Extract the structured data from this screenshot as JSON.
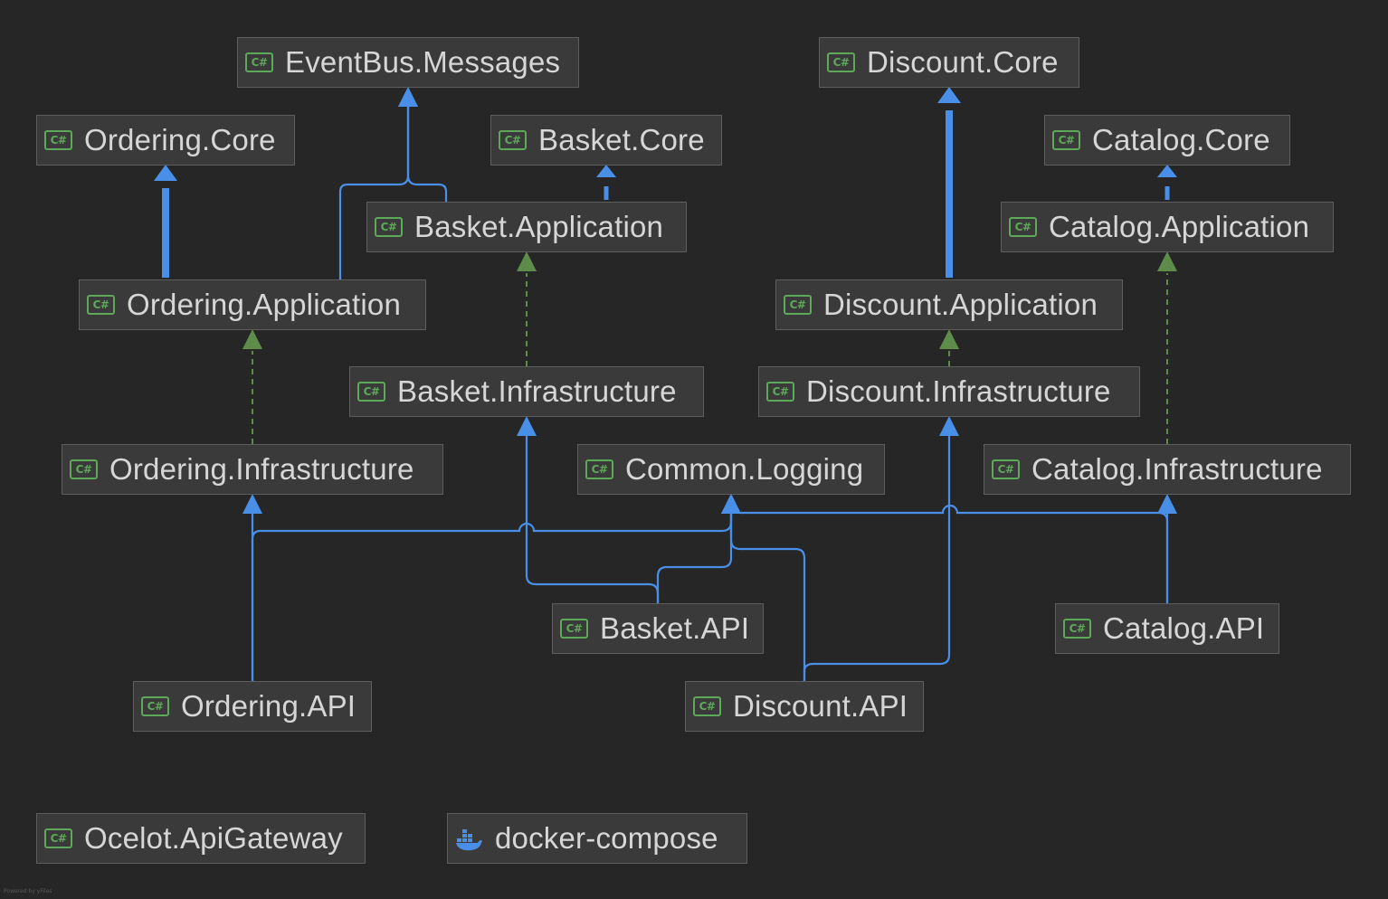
{
  "icon_badge": "C#",
  "nodes": [
    {
      "id": "eventbus-messages",
      "label": "EventBus.Messages",
      "icon": "csharp-project-icon"
    },
    {
      "id": "discount-core",
      "label": "Discount.Core",
      "icon": "csharp-project-icon"
    },
    {
      "id": "ordering-core",
      "label": "Ordering.Core",
      "icon": "csharp-project-icon"
    },
    {
      "id": "basket-core",
      "label": "Basket.Core",
      "icon": "csharp-project-icon"
    },
    {
      "id": "catalog-core",
      "label": "Catalog.Core",
      "icon": "csharp-project-icon"
    },
    {
      "id": "basket-application",
      "label": "Basket.Application",
      "icon": "csharp-project-icon"
    },
    {
      "id": "catalog-application",
      "label": "Catalog.Application",
      "icon": "csharp-project-icon"
    },
    {
      "id": "ordering-application",
      "label": "Ordering.Application",
      "icon": "csharp-project-icon"
    },
    {
      "id": "discount-application",
      "label": "Discount.Application",
      "icon": "csharp-project-icon"
    },
    {
      "id": "basket-infrastructure",
      "label": "Basket.Infrastructure",
      "icon": "csharp-project-icon"
    },
    {
      "id": "discount-infrastructure",
      "label": "Discount.Infrastructure",
      "icon": "csharp-project-icon"
    },
    {
      "id": "ordering-infrastructure",
      "label": "Ordering.Infrastructure",
      "icon": "csharp-project-icon"
    },
    {
      "id": "common-logging",
      "label": "Common.Logging",
      "icon": "csharp-project-icon"
    },
    {
      "id": "catalog-infrastructure",
      "label": "Catalog.Infrastructure",
      "icon": "csharp-project-icon"
    },
    {
      "id": "basket-api",
      "label": "Basket.API",
      "icon": "csharp-project-icon"
    },
    {
      "id": "catalog-api",
      "label": "Catalog.API",
      "icon": "csharp-project-icon"
    },
    {
      "id": "ordering-api",
      "label": "Ordering.API",
      "icon": "csharp-project-icon"
    },
    {
      "id": "discount-api",
      "label": "Discount.API",
      "icon": "csharp-project-icon"
    },
    {
      "id": "ocelot-apigateway",
      "label": "Ocelot.ApiGateway",
      "icon": "csharp-project-icon"
    },
    {
      "id": "docker-compose",
      "label": "docker-compose",
      "icon": "docker-icon"
    }
  ],
  "edges": [
    {
      "from": "ordering-application",
      "to": "ordering-core",
      "kind": "strong-reference"
    },
    {
      "from": "discount-application",
      "to": "discount-core",
      "kind": "strong-reference"
    },
    {
      "from": "basket-application",
      "to": "basket-core",
      "kind": "medium-reference"
    },
    {
      "from": "catalog-application",
      "to": "catalog-core",
      "kind": "medium-reference"
    },
    {
      "from": "basket-application",
      "to": "eventbus-messages",
      "kind": "reference"
    },
    {
      "from": "ordering-application",
      "to": "eventbus-messages",
      "kind": "reference"
    },
    {
      "from": "ordering-infrastructure",
      "to": "ordering-application",
      "kind": "implementation"
    },
    {
      "from": "basket-infrastructure",
      "to": "basket-application",
      "kind": "implementation"
    },
    {
      "from": "discount-infrastructure",
      "to": "discount-application",
      "kind": "implementation"
    },
    {
      "from": "catalog-infrastructure",
      "to": "catalog-application",
      "kind": "implementation"
    },
    {
      "from": "ordering-api",
      "to": "ordering-infrastructure",
      "kind": "reference"
    },
    {
      "from": "ordering-api",
      "to": "common-logging",
      "kind": "reference"
    },
    {
      "from": "basket-api",
      "to": "basket-infrastructure",
      "kind": "reference"
    },
    {
      "from": "basket-api",
      "to": "common-logging",
      "kind": "reference"
    },
    {
      "from": "discount-api",
      "to": "discount-infrastructure",
      "kind": "reference"
    },
    {
      "from": "discount-api",
      "to": "common-logging",
      "kind": "reference"
    },
    {
      "from": "catalog-api",
      "to": "catalog-infrastructure",
      "kind": "reference"
    },
    {
      "from": "catalog-api",
      "to": "common-logging",
      "kind": "reference"
    }
  ],
  "colors": {
    "background": "#262626",
    "node_fill": "#3a3a3a",
    "node_border": "#5e5e5e",
    "node_text": "#d6d6d6",
    "reference_edge": "#4a8fe7",
    "implementation_edge": "#5e8c4a",
    "csharp_icon": "#5ea85a",
    "docker_icon": "#4a8fe7"
  },
  "watermark": "Powered by yFiles"
}
